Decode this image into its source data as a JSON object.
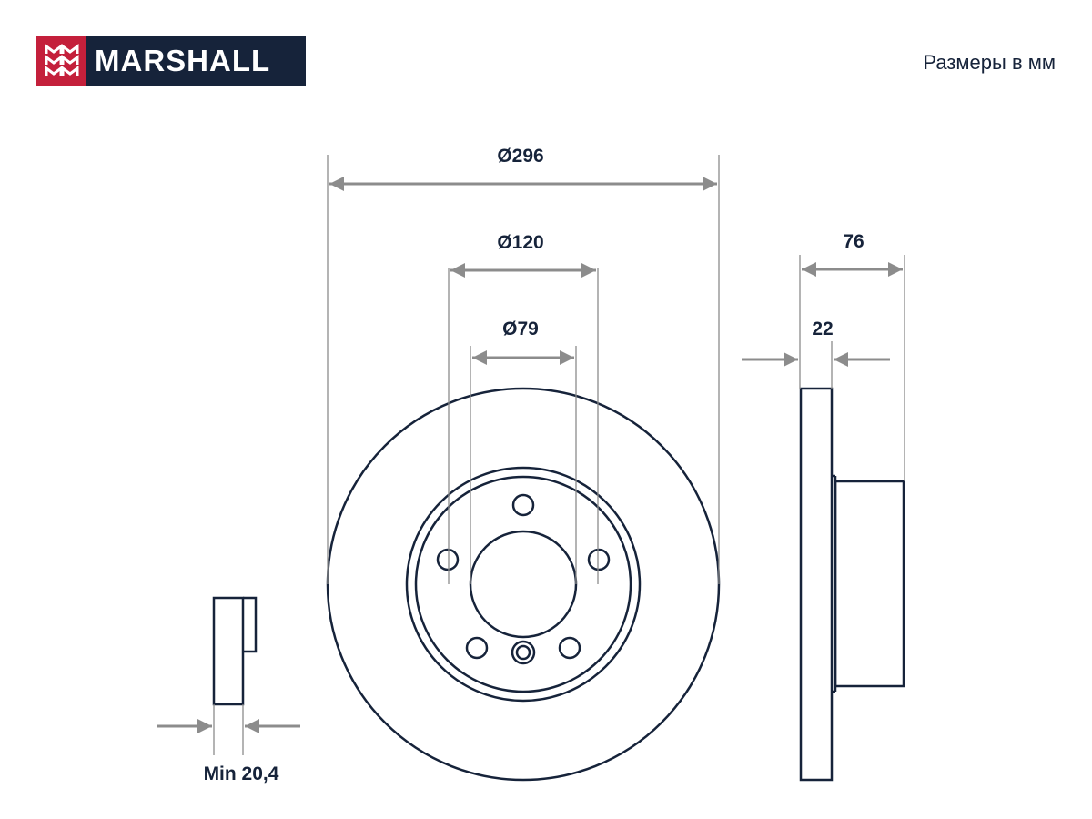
{
  "brand": {
    "name": "MARSHALL"
  },
  "units_note": "Размеры в мм",
  "dimensions": {
    "outer_diameter": "Ø296",
    "center_circle_diameter": "Ø120",
    "center_bore_diameter": "Ø79",
    "total_height": "76",
    "disc_thickness": "22",
    "min_thickness": "Min 20,4"
  },
  "colors": {
    "navy": "#16233a",
    "brand_red": "#c4203b",
    "dimension_gray": "#8c8c8c"
  }
}
